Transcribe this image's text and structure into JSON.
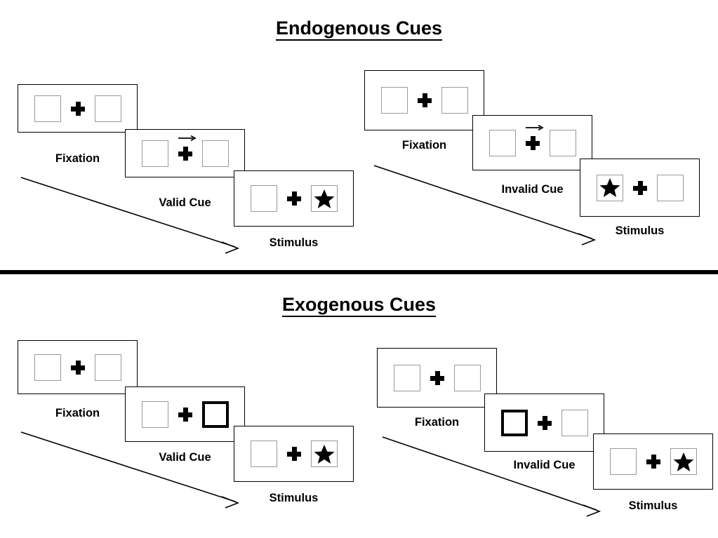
{
  "figure": {
    "sections": [
      {
        "id": "endogenous",
        "title": "Endogenous Cues",
        "sequences": [
          {
            "id": "endogenous-valid",
            "frames": [
              {
                "caption": "Fixation",
                "left_box": {
                  "content": "empty",
                  "highlight": false
                },
                "right_box": {
                  "content": "empty",
                  "highlight": false
                },
                "center_cue": "cross"
              },
              {
                "caption": "Valid Cue",
                "left_box": {
                  "content": "empty",
                  "highlight": false
                },
                "right_box": {
                  "content": "empty",
                  "highlight": false
                },
                "center_cue": "cross-with-right-arrow"
              },
              {
                "caption": "Stimulus",
                "left_box": {
                  "content": "empty",
                  "highlight": false
                },
                "right_box": {
                  "content": "star",
                  "highlight": false
                },
                "center_cue": "cross"
              }
            ]
          },
          {
            "id": "endogenous-invalid",
            "frames": [
              {
                "caption": "Fixation",
                "left_box": {
                  "content": "empty",
                  "highlight": false
                },
                "right_box": {
                  "content": "empty",
                  "highlight": false
                },
                "center_cue": "cross"
              },
              {
                "caption": "Invalid Cue",
                "left_box": {
                  "content": "empty",
                  "highlight": false
                },
                "right_box": {
                  "content": "empty",
                  "highlight": false
                },
                "center_cue": "cross-with-right-arrow"
              },
              {
                "caption": "Stimulus",
                "left_box": {
                  "content": "star",
                  "highlight": false
                },
                "right_box": {
                  "content": "empty",
                  "highlight": false
                },
                "center_cue": "cross"
              }
            ]
          }
        ]
      },
      {
        "id": "exogenous",
        "title": "Exogenous Cues",
        "sequences": [
          {
            "id": "exogenous-valid",
            "frames": [
              {
                "caption": "Fixation",
                "left_box": {
                  "content": "empty",
                  "highlight": false
                },
                "right_box": {
                  "content": "empty",
                  "highlight": false
                },
                "center_cue": "cross"
              },
              {
                "caption": "Valid Cue",
                "left_box": {
                  "content": "empty",
                  "highlight": false
                },
                "right_box": {
                  "content": "empty",
                  "highlight": true
                },
                "center_cue": "cross"
              },
              {
                "caption": "Stimulus",
                "left_box": {
                  "content": "empty",
                  "highlight": false
                },
                "right_box": {
                  "content": "star",
                  "highlight": false
                },
                "center_cue": "cross"
              }
            ]
          },
          {
            "id": "exogenous-invalid",
            "frames": [
              {
                "caption": "Fixation",
                "left_box": {
                  "content": "empty",
                  "highlight": false
                },
                "right_box": {
                  "content": "empty",
                  "highlight": false
                },
                "center_cue": "cross"
              },
              {
                "caption": "Invalid Cue",
                "left_box": {
                  "content": "empty",
                  "highlight": true
                },
                "right_box": {
                  "content": "empty",
                  "highlight": false
                },
                "center_cue": "cross"
              },
              {
                "caption": "Stimulus",
                "left_box": {
                  "content": "empty",
                  "highlight": false
                },
                "right_box": {
                  "content": "star",
                  "highlight": false
                },
                "center_cue": "cross"
              }
            ]
          }
        ]
      }
    ],
    "colors": {
      "background": "#ffffff",
      "panel_border": "#000000",
      "box_border": "#9a9a9a",
      "box_highlight_border": "#000000",
      "ink": "#000000",
      "divider": "#000000"
    },
    "icons": {
      "fixation_cross": "plus-icon",
      "cue_arrow": "arrow-right-icon",
      "target": "star-icon",
      "time_flow": "diagonal-arrow-icon"
    }
  }
}
